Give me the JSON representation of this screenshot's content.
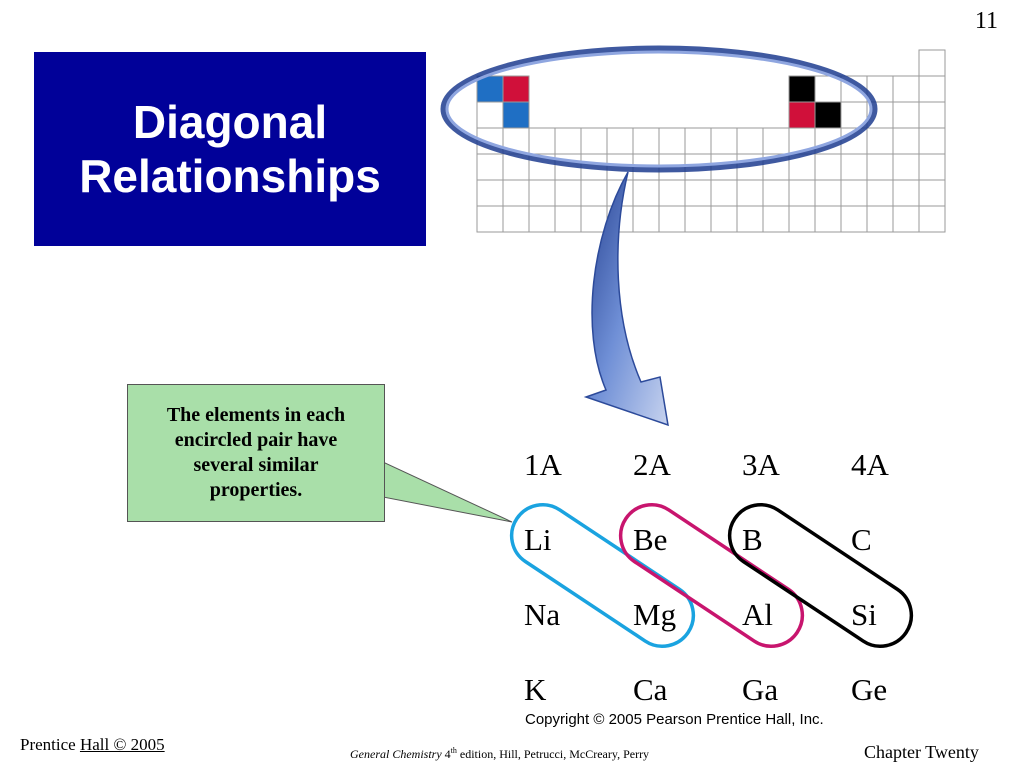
{
  "slide": {
    "number": "11",
    "title_line1": "Diagonal",
    "title_line2": "Relationships",
    "callout_line1": "The elements in each",
    "callout_line2": "encircled pair have",
    "callout_line3": "several similar",
    "callout_line4": "properties."
  },
  "groups": [
    "1A",
    "2A",
    "3A",
    "4A"
  ],
  "elements": [
    [
      "Li",
      "Be",
      "B",
      "C"
    ],
    [
      "Na",
      "Mg",
      "Al",
      "Si"
    ],
    [
      "K",
      "Ca",
      "Ga",
      "Ge"
    ]
  ],
  "pairs": [
    {
      "from": "Li",
      "to": "Mg",
      "color": "#1aa3e0"
    },
    {
      "from": "Be",
      "to": "Al",
      "color": "#c8156e"
    },
    {
      "from": "B",
      "to": "Si",
      "color": "#000000"
    }
  ],
  "mini_table_highlights": [
    {
      "cell": "Li",
      "color": "#1f6fc4"
    },
    {
      "cell": "Be",
      "color": "#d0103a"
    },
    {
      "cell": "Mg",
      "color": "#1f6fc4"
    },
    {
      "cell": "B",
      "color": "#000000"
    },
    {
      "cell": "Al",
      "color": "#d0103a"
    },
    {
      "cell": "Si",
      "color": "#000000"
    }
  ],
  "colors": {
    "title_bg": "#010199",
    "callout_bg": "#a9dfa9",
    "ellipse": "#3a59b0",
    "arrow": "#4a68b8"
  },
  "copyright": "Copyright © 2005 Pearson Prentice Hall, Inc.",
  "footer": {
    "left_prefix": "Prentice",
    "left_link": "Hall © 2005",
    "center_italic": "General Chemistry",
    "center_ed": " 4",
    "center_sup": "th",
    "center_rest": " edition, Hill, Petrucci, McCreary, Perry",
    "right": "Chapter Twenty"
  }
}
